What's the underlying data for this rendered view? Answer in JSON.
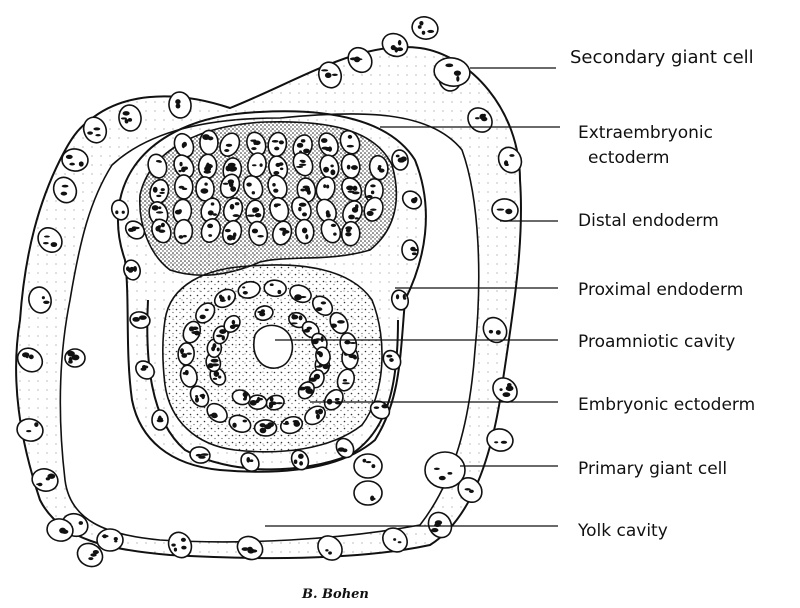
{
  "figure": {
    "labels": {
      "secondary_giant_cell": "Secondary giant cell",
      "extraembryonic_ectoderm_1": "Extraembryonic",
      "extraembryonic_ectoderm_2": "ectoderm",
      "distal_endoderm": "Distal endoderm",
      "proximal_endoderm": "Proximal endoderm",
      "proamniotic_cavity": "Proamniotic cavity",
      "embryonic_ectoderm": "Embryonic ectoderm",
      "primary_giant_cell": "Primary giant cell",
      "yolk_cavity": "Yolk cavity"
    },
    "signature": "B. Bohen"
  }
}
